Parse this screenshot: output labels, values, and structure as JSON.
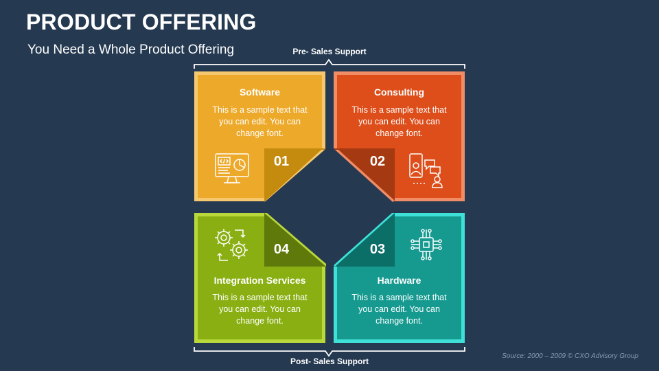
{
  "title": "PRODUCT OFFERING",
  "subtitle": "You Need a Whole Product Offering",
  "top_bracket_label": "Pre- Sales Support",
  "bottom_bracket_label": "Post- Sales Support",
  "cards": [
    {
      "title": "Software",
      "text": "This is a sample text that you can edit. You can change font.",
      "number": "01",
      "icon": "monitor-code-icon",
      "color": "#eda92a"
    },
    {
      "title": "Consulting",
      "text": "This is a sample text that you can edit. You can change font.",
      "number": "02",
      "icon": "consultation-icon",
      "color": "#dd4e1b"
    },
    {
      "title": "Hardware",
      "text": "This is a sample text that you can edit. You can change font.",
      "number": "03",
      "icon": "chip-icon",
      "color": "#169a90"
    },
    {
      "title": "Integration Services",
      "text": "This is a sample text that you can edit. You can change font.",
      "number": "04",
      "icon": "gears-icon",
      "color": "#8aaf12"
    }
  ],
  "source": "Source: 2000 – 2009 © CXO Advisory Group"
}
